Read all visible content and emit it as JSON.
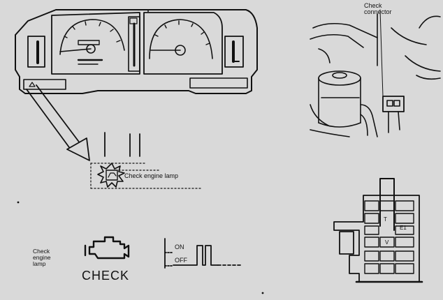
{
  "labels": {
    "check_engine_lamp_callout": "Check engine lamp",
    "check_connector": "Check\nconnector",
    "check_engine_lamp_side": "Check\nengine\nlamp",
    "check_text": "CHECK",
    "on": "ON",
    "off": "OFF",
    "terminal_t": "T",
    "terminal_e1": "E1",
    "terminal_v": "V"
  },
  "icons": {
    "dashboard": "instrument-cluster-icon",
    "engine": "engine-lamp-icon",
    "connector": "check-connector-icon"
  },
  "colors": {
    "background": "#d9d9d9",
    "ink": "#111111"
  }
}
